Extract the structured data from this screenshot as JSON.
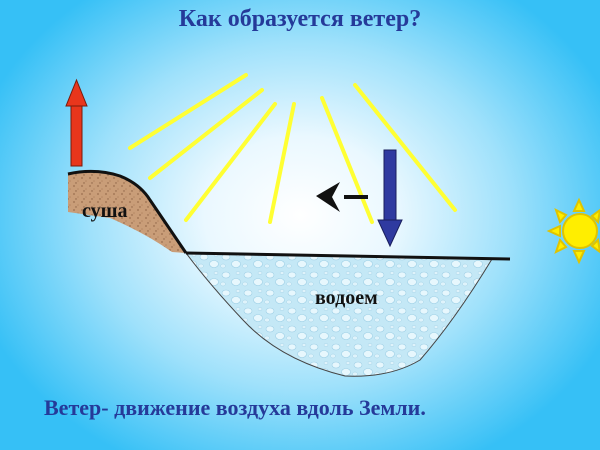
{
  "title": "Как образуется ветер?",
  "labels": {
    "land": "суша",
    "water": "водоем"
  },
  "caption": "Ветер- движение воздуха вдоль Земли.",
  "colors": {
    "title_text": "#253a99",
    "sun_rays": "#ffff33",
    "sun": "#ffee00",
    "warm_arrow": "#e8361c",
    "cold_arrow": "#2f3aa0",
    "land": "#c89a74",
    "water": "#bfe6f5"
  },
  "icons": [
    "sun-icon",
    "up-arrow-icon",
    "down-arrow-icon",
    "wind-arrow-icon"
  ]
}
